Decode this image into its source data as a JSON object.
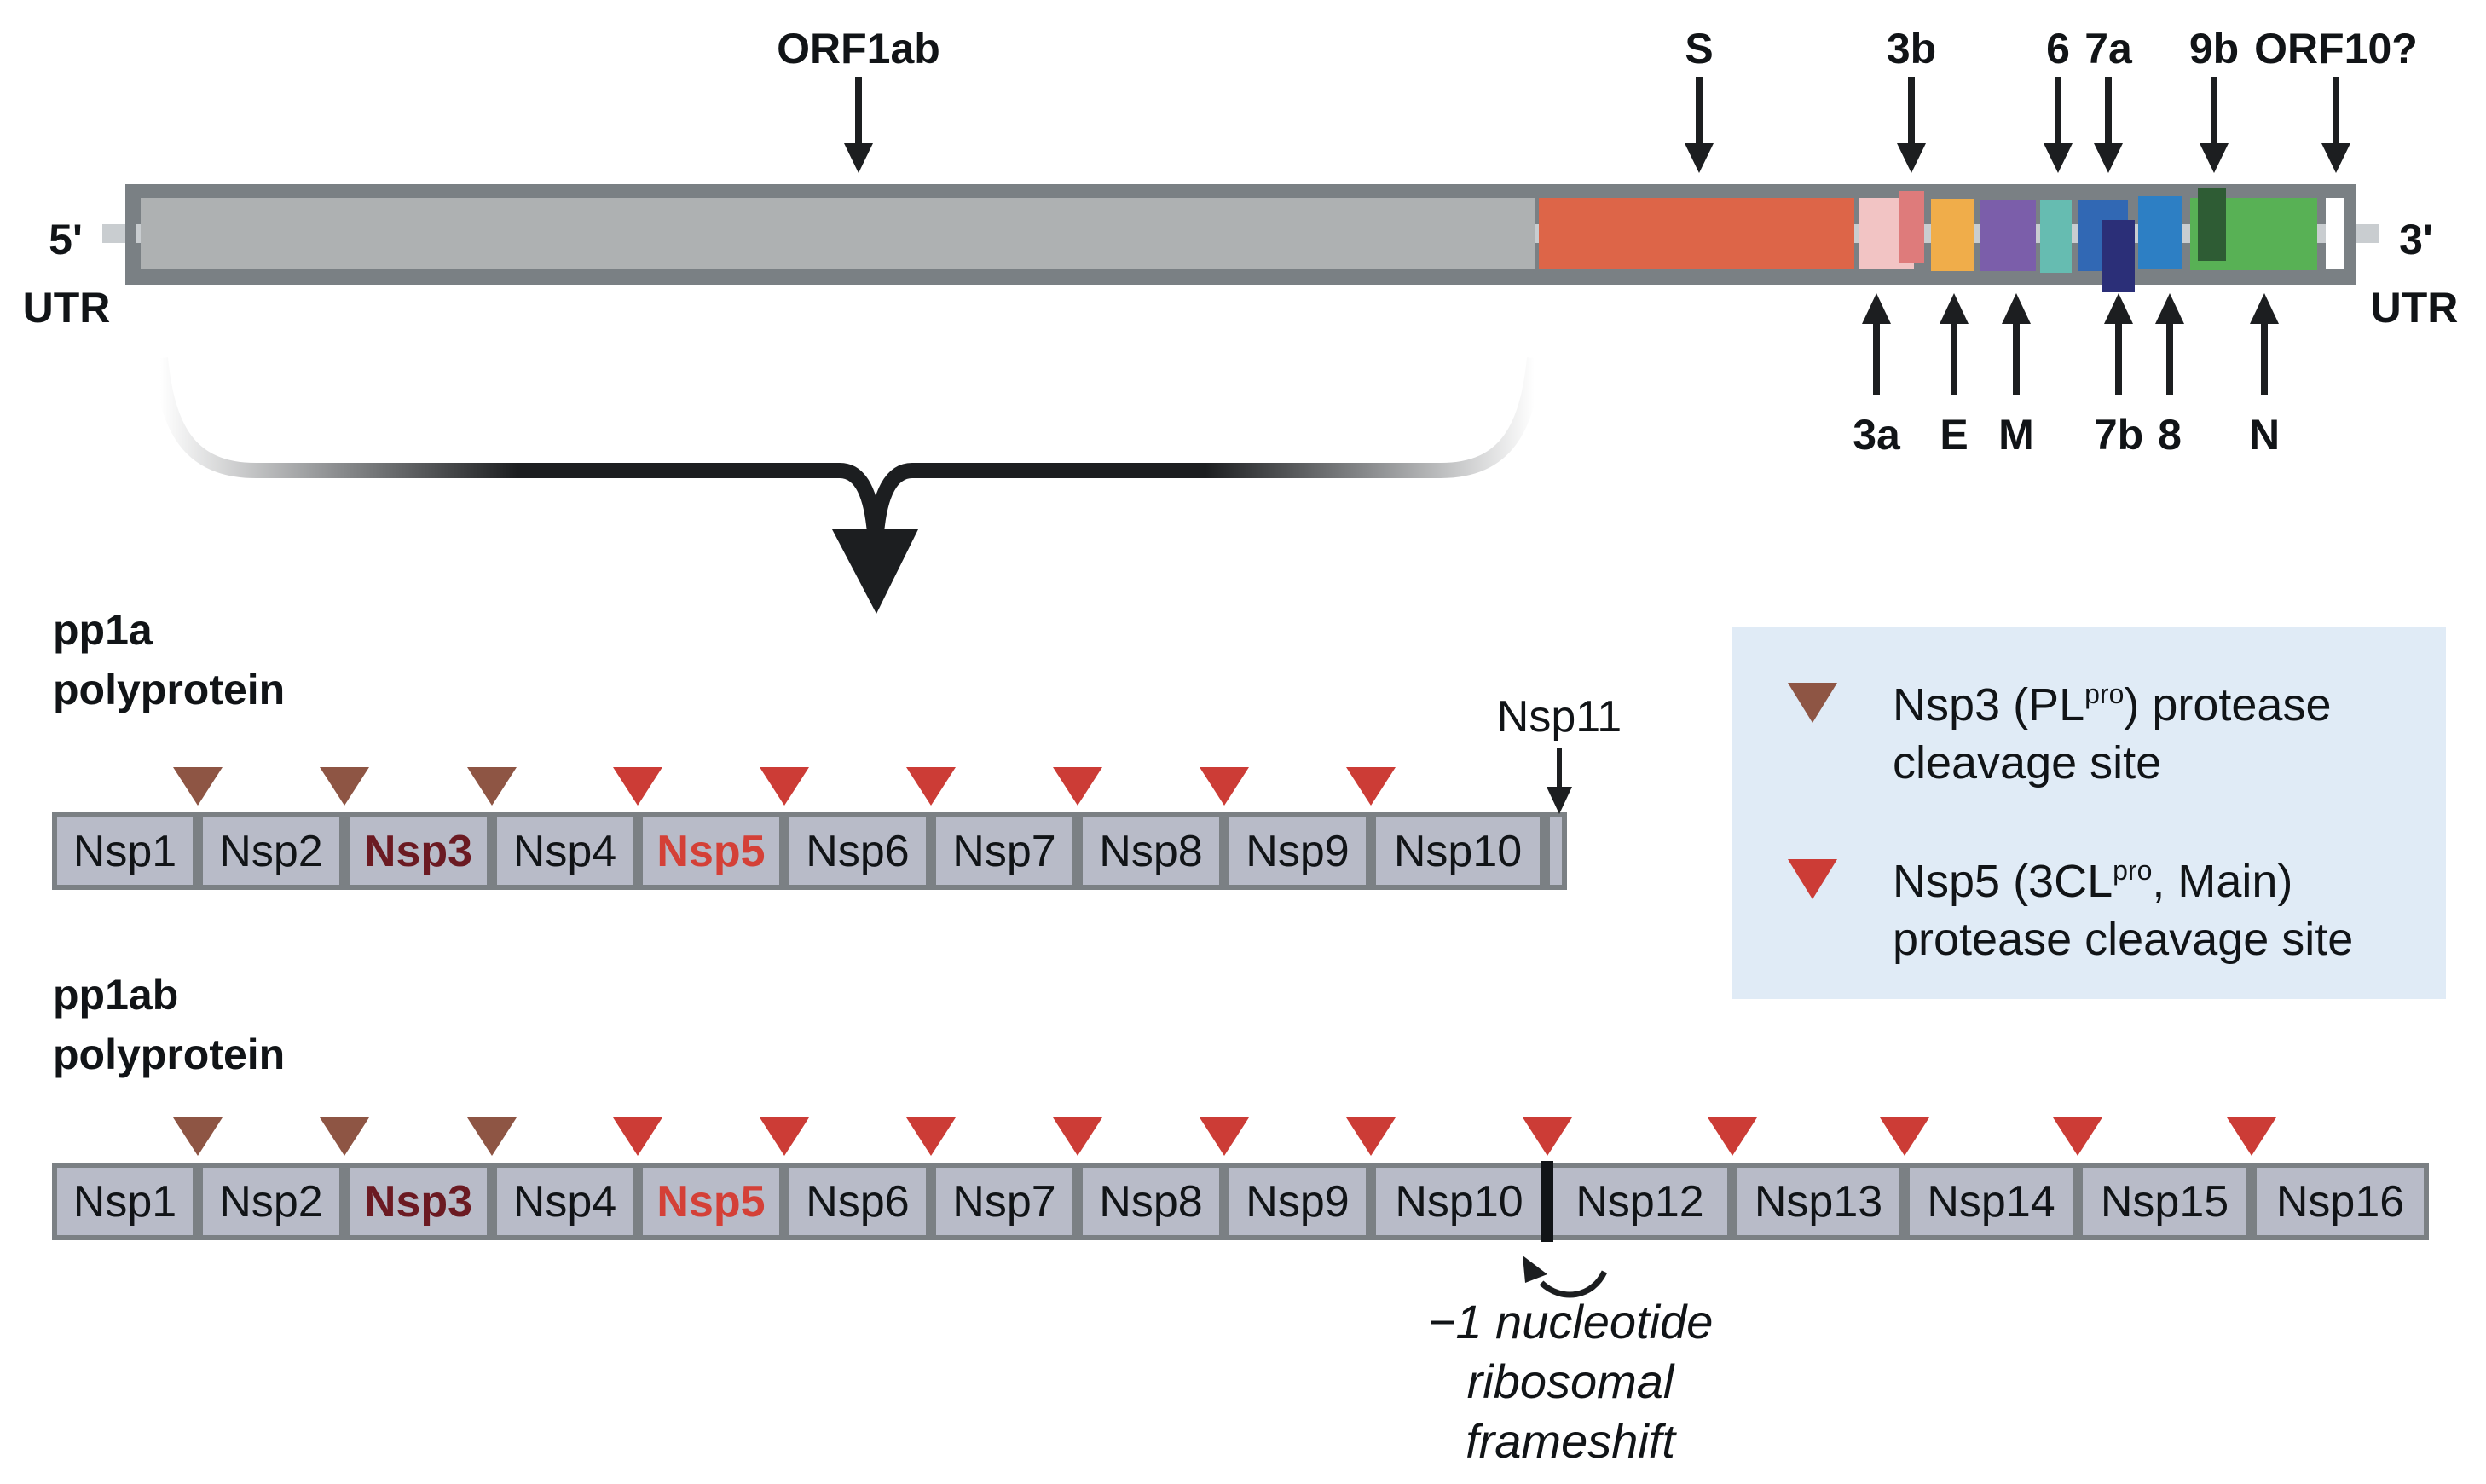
{
  "title": "SARS-CoV-2 genome organization and polyprotein processing",
  "genome": {
    "five_prime": {
      "end": "5'",
      "region": "UTR"
    },
    "three_prime": {
      "end": "3'",
      "region": "UTR"
    },
    "colors": {
      "frame": "#7a8084",
      "backbone": "#c9cdd0",
      "orf1ab": "#aeb1b2"
    },
    "orfs": [
      {
        "id": "ORF1ab",
        "label": "ORF1ab",
        "color": "#aeb1b2",
        "label_side": "top"
      },
      {
        "id": "S",
        "label": "S",
        "color": "#dd6548",
        "label_side": "top"
      },
      {
        "id": "3a",
        "label": "3a",
        "color": "#f2c4c4",
        "label_side": "bottom"
      },
      {
        "id": "3b",
        "label": "3b",
        "color": "#de7b7b",
        "label_side": "top"
      },
      {
        "id": "E",
        "label": "E",
        "color": "#f0ad4a",
        "label_side": "bottom"
      },
      {
        "id": "M",
        "label": "M",
        "color": "#7b5eaa",
        "label_side": "bottom"
      },
      {
        "id": "6",
        "label": "6",
        "color": "#66bcb1",
        "label_side": "top"
      },
      {
        "id": "7a",
        "label": "7a",
        "color": "#3168b4",
        "label_side": "top"
      },
      {
        "id": "7b",
        "label": "7b",
        "color": "#2b2f78",
        "label_side": "bottom"
      },
      {
        "id": "8",
        "label": "8",
        "color": "#2d7fc4",
        "label_side": "bottom"
      },
      {
        "id": "N",
        "label": "N",
        "color": "#58b155",
        "label_side": "bottom"
      },
      {
        "id": "9b",
        "label": "9b",
        "color": "#2e5c34",
        "label_side": "top"
      },
      {
        "id": "ORF10",
        "label": "ORF10?",
        "color": "#ffffff",
        "label_side": "top"
      }
    ]
  },
  "polyproteins": {
    "box_fill": "#b8bbc8",
    "box_border": "#7b8084",
    "pp1a": {
      "label_line1": "pp1a",
      "label_line2": "polyprotein",
      "domains": [
        {
          "label": "Nsp1",
          "style": "normal"
        },
        {
          "label": "Nsp2",
          "style": "normal"
        },
        {
          "label": "Nsp3",
          "style": "plpro"
        },
        {
          "label": "Nsp4",
          "style": "normal"
        },
        {
          "label": "Nsp5",
          "style": "mpro"
        },
        {
          "label": "Nsp6",
          "style": "normal"
        },
        {
          "label": "Nsp7",
          "style": "normal"
        },
        {
          "label": "Nsp8",
          "style": "normal"
        },
        {
          "label": "Nsp9",
          "style": "normal"
        },
        {
          "label": "Nsp10",
          "style": "normal"
        },
        {
          "label": "",
          "style": "nsp11"
        }
      ],
      "cleavage_sites": [
        "plpro",
        "plpro",
        "plpro",
        "mpro",
        "mpro",
        "mpro",
        "mpro",
        "mpro",
        "mpro"
      ],
      "nsp11_callout": "Nsp11"
    },
    "pp1ab": {
      "label_line1": "pp1ab",
      "label_line2": "polyprotein",
      "domains": [
        {
          "label": "Nsp1",
          "style": "normal"
        },
        {
          "label": "Nsp2",
          "style": "normal"
        },
        {
          "label": "Nsp3",
          "style": "plpro"
        },
        {
          "label": "Nsp4",
          "style": "normal"
        },
        {
          "label": "Nsp5",
          "style": "mpro"
        },
        {
          "label": "Nsp6",
          "style": "normal"
        },
        {
          "label": "Nsp7",
          "style": "normal"
        },
        {
          "label": "Nsp8",
          "style": "normal"
        },
        {
          "label": "Nsp9",
          "style": "normal"
        },
        {
          "label": "Nsp10",
          "style": "normal"
        },
        {
          "label": "Nsp12",
          "style": "normal"
        },
        {
          "label": "Nsp13",
          "style": "normal"
        },
        {
          "label": "Nsp14",
          "style": "normal"
        },
        {
          "label": "Nsp15",
          "style": "normal"
        },
        {
          "label": "Nsp16",
          "style": "normal"
        }
      ],
      "cleavage_sites": [
        "plpro",
        "plpro",
        "plpro",
        "mpro",
        "mpro",
        "mpro",
        "mpro",
        "mpro",
        "mpro",
        "mpro",
        "mpro",
        "mpro",
        "mpro",
        "mpro"
      ],
      "frameshift": {
        "line1": "−1 nucleotide",
        "line2": "ribosomal",
        "line3": "frameshift"
      }
    },
    "text_colors": {
      "normal": "#111417",
      "plpro": "#6b1a22",
      "mpro": "#d44037"
    }
  },
  "legend": {
    "background": "#e0ebf6",
    "items": [
      {
        "marker_color": "#8e5544",
        "line1_prefix": "Nsp3 (PL",
        "line1_sup": "pro",
        "line1_suffix": ") protease",
        "line2": "cleavage site"
      },
      {
        "marker_color": "#cc3c36",
        "line1_prefix": "Nsp5 (3CL",
        "line1_sup": "pro",
        "line1_suffix": ", Main)",
        "line2": "protease cleavage site"
      }
    ]
  }
}
